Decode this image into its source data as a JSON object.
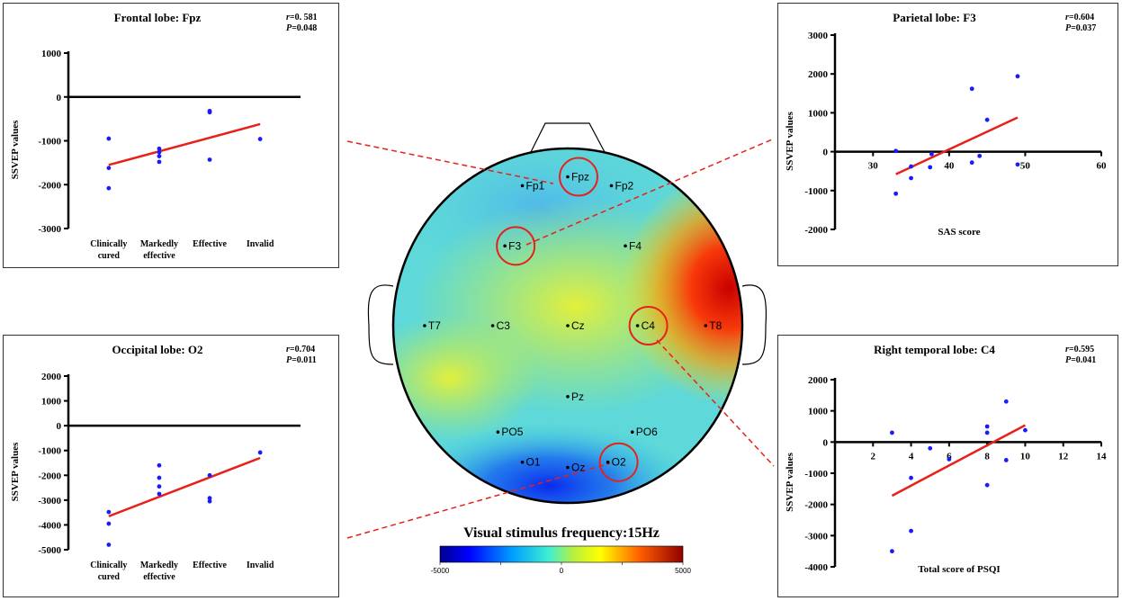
{
  "chart_data": [
    {
      "id": "frontal",
      "type": "scatter",
      "title": "Frontal lobe: Fpz",
      "stats": {
        "r": "0. 581",
        "p": "0.048"
      },
      "x_type": "category",
      "categories": [
        [
          "Clinically",
          "cured"
        ],
        [
          "Markedly",
          "effective"
        ],
        [
          "Effective"
        ],
        [
          "Invalid"
        ]
      ],
      "ylabel": "SSVEP values",
      "xlabel": "",
      "ylim": [
        -3000,
        1000
      ],
      "yticks": [
        1000,
        0,
        -1000,
        -2000,
        -3000
      ],
      "points": [
        {
          "x": 0,
          "y": -950
        },
        {
          "x": 0,
          "y": -1620
        },
        {
          "x": 0,
          "y": -2080
        },
        {
          "x": 1,
          "y": -1180
        },
        {
          "x": 1,
          "y": -1260
        },
        {
          "x": 1,
          "y": -1350
        },
        {
          "x": 1,
          "y": -1480
        },
        {
          "x": 2,
          "y": -320
        },
        {
          "x": 2,
          "y": -350
        },
        {
          "x": 2,
          "y": -1430
        },
        {
          "x": 3,
          "y": -960
        }
      ],
      "fit": {
        "x": [
          0,
          3
        ],
        "y": [
          -1550,
          -620
        ]
      },
      "point_color": "#1a1aff",
      "fit_color": "#e8201a"
    },
    {
      "id": "parietal",
      "type": "scatter",
      "title": "Parietal lobe: F3",
      "stats": {
        "r": "0.604",
        "p": "0.037"
      },
      "x_type": "numeric",
      "xlim": [
        25,
        60
      ],
      "xticks": [
        30,
        40,
        50,
        60
      ],
      "ylabel": "SSVEP values",
      "xlabel": "SAS score",
      "ylim": [
        -2000,
        3000
      ],
      "yticks": [
        3000,
        2000,
        1000,
        0,
        -1000,
        -2000
      ],
      "points": [
        {
          "x": 33,
          "y": 20
        },
        {
          "x": 33,
          "y": -1080
        },
        {
          "x": 35,
          "y": -380
        },
        {
          "x": 35,
          "y": -680
        },
        {
          "x": 37.5,
          "y": -400
        },
        {
          "x": 37.7,
          "y": -60
        },
        {
          "x": 43,
          "y": 1620
        },
        {
          "x": 43,
          "y": -280
        },
        {
          "x": 44,
          "y": -110
        },
        {
          "x": 45,
          "y": 820
        },
        {
          "x": 49,
          "y": 1940
        },
        {
          "x": 49,
          "y": -330
        }
      ],
      "fit": {
        "x": [
          33,
          49
        ],
        "y": [
          -580,
          880
        ]
      },
      "point_color": "#1a1aff",
      "fit_color": "#e8201a"
    },
    {
      "id": "occipital",
      "type": "scatter",
      "title": "Occipital lobe: O2",
      "stats": {
        "r": "0.704",
        "p": "0.011"
      },
      "x_type": "category",
      "categories": [
        [
          "Clinically",
          "cured"
        ],
        [
          "Markedly",
          "effective"
        ],
        [
          "Effective"
        ],
        [
          "Invalid"
        ]
      ],
      "ylabel": "SSVEP values",
      "xlabel": "",
      "ylim": [
        -5000,
        2000
      ],
      "yticks": [
        2000,
        1000,
        0,
        -1000,
        -2000,
        -3000,
        -4000,
        -5000
      ],
      "points": [
        {
          "x": 0,
          "y": -3480
        },
        {
          "x": 0,
          "y": -3950
        },
        {
          "x": 0,
          "y": -4800
        },
        {
          "x": 1,
          "y": -1600
        },
        {
          "x": 1,
          "y": -2100
        },
        {
          "x": 1,
          "y": -2450
        },
        {
          "x": 1,
          "y": -2750
        },
        {
          "x": 2,
          "y": -2000
        },
        {
          "x": 2,
          "y": -2920
        },
        {
          "x": 2,
          "y": -3050
        },
        {
          "x": 3,
          "y": -1080
        }
      ],
      "fit": {
        "x": [
          0,
          3
        ],
        "y": [
          -3650,
          -1300
        ]
      },
      "point_color": "#1a1aff",
      "fit_color": "#e8201a"
    },
    {
      "id": "temporal",
      "type": "scatter",
      "title": "Right temporal lobe: C4",
      "stats": {
        "r": "0.595",
        "p": "0.041"
      },
      "x_type": "numeric",
      "xlim": [
        0,
        14
      ],
      "xticks": [
        2,
        4,
        6,
        8,
        10,
        12,
        14
      ],
      "ylabel": "SSVEP values",
      "xlabel": "Total score of PSQI",
      "ylim": [
        -4000,
        2000
      ],
      "yticks": [
        2000,
        1000,
        0,
        -1000,
        -2000,
        -3000,
        -4000
      ],
      "points": [
        {
          "x": 3,
          "y": 300
        },
        {
          "x": 3,
          "y": -3500
        },
        {
          "x": 4,
          "y": -1150
        },
        {
          "x": 4,
          "y": -2850
        },
        {
          "x": 5,
          "y": -200
        },
        {
          "x": 6,
          "y": -550
        },
        {
          "x": 8,
          "y": 500
        },
        {
          "x": 8,
          "y": 300
        },
        {
          "x": 8,
          "y": -1380
        },
        {
          "x": 9,
          "y": 1300
        },
        {
          "x": 9,
          "y": -580
        },
        {
          "x": 10,
          "y": 380
        }
      ],
      "fit": {
        "x": [
          3,
          10
        ],
        "y": [
          -1720,
          540
        ]
      },
      "point_color": "#1a1aff",
      "fit_color": "#e8201a"
    },
    {
      "id": "topomap",
      "type": "heatmap",
      "title": "Visual stimulus frequency:15Hz",
      "colorbar": {
        "min": -5000,
        "max": 5000,
        "ticks": [
          -5000,
          -2500,
          0,
          2500,
          5000
        ]
      },
      "electrodes": [
        {
          "name": "Fp1",
          "x": -0.26,
          "y": 0.79
        },
        {
          "name": "Fpz",
          "x": 0.0,
          "y": 0.84
        },
        {
          "name": "Fp2",
          "x": 0.25,
          "y": 0.79
        },
        {
          "name": "F3",
          "x": -0.36,
          "y": 0.45
        },
        {
          "name": "F4",
          "x": 0.33,
          "y": 0.45
        },
        {
          "name": "T7",
          "x": -0.82,
          "y": 0.0
        },
        {
          "name": "C3",
          "x": -0.43,
          "y": 0.0
        },
        {
          "name": "Cz",
          "x": 0.0,
          "y": 0.0
        },
        {
          "name": "C4",
          "x": 0.4,
          "y": 0.0
        },
        {
          "name": "T8",
          "x": 0.79,
          "y": 0.0
        },
        {
          "name": "Pz",
          "x": 0.0,
          "y": -0.4
        },
        {
          "name": "PO5",
          "x": -0.4,
          "y": -0.6
        },
        {
          "name": "PO6",
          "x": 0.37,
          "y": -0.6
        },
        {
          "name": "O1",
          "x": -0.26,
          "y": -0.77
        },
        {
          "name": "Oz",
          "x": 0.0,
          "y": -0.8
        },
        {
          "name": "O2",
          "x": 0.23,
          "y": -0.77
        }
      ],
      "highlighted": [
        "Fpz",
        "F3",
        "C4",
        "O2"
      ],
      "highlight_color": "#e8201a"
    }
  ]
}
